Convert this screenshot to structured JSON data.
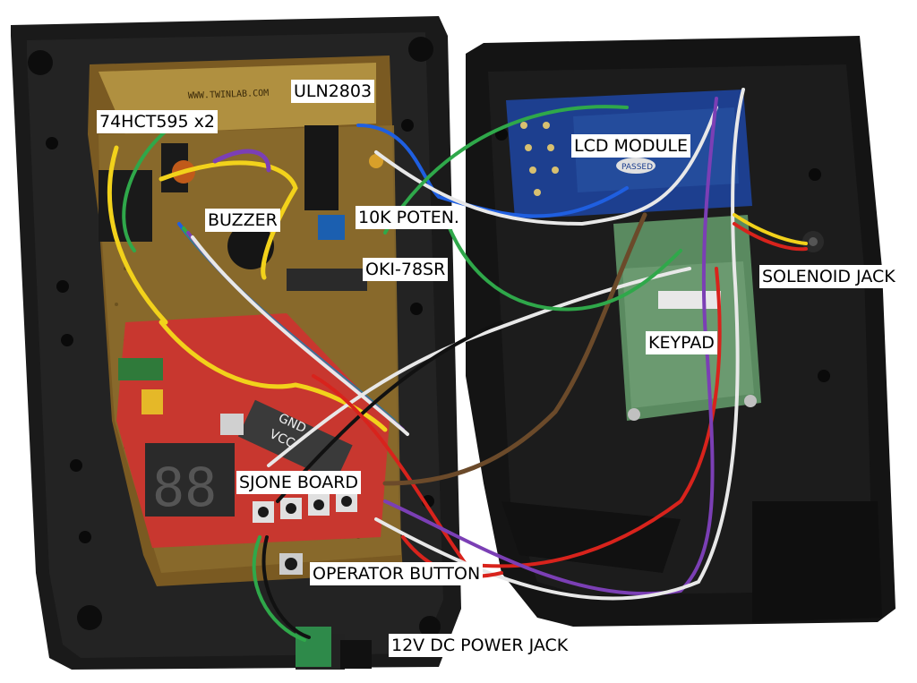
{
  "labels": {
    "uln2803": "ULN2803",
    "hct595": "74HCT595 x2",
    "lcd_module": "LCD MODULE",
    "buzzer": "BUZZER",
    "poten": "10K POTEN.",
    "oki": "OKI-78SR",
    "solenoid_jack": "SOLENOID JACK",
    "keypad": "KEYPAD",
    "sjone_board": "SJONE BOARD",
    "operator_button": "OPERATOR BUTTON",
    "power_jack": "12V DC POWER JACK"
  },
  "silkscreen": {
    "url": "WWW.TWINLAB.COM",
    "seg_display": "88",
    "gnd": "GND",
    "vcc": "VCC",
    "passed": "PASSED"
  },
  "colors": {
    "enclosure": "#141414",
    "perfboard": "#8a6a2c",
    "sjone_pcb": "#c8372f",
    "lcd_pcb": "#1d3f8f",
    "keypad_pcb": "#5a8a60",
    "wire_green": "#2fa84a",
    "wire_yellow": "#f2d21b",
    "wire_red": "#d8231c",
    "wire_blue": "#1f5fe0",
    "wire_purple": "#7b3fb5",
    "wire_white": "#e8e8e8",
    "wire_brown": "#6b4a2a",
    "wire_black": "#111111"
  }
}
